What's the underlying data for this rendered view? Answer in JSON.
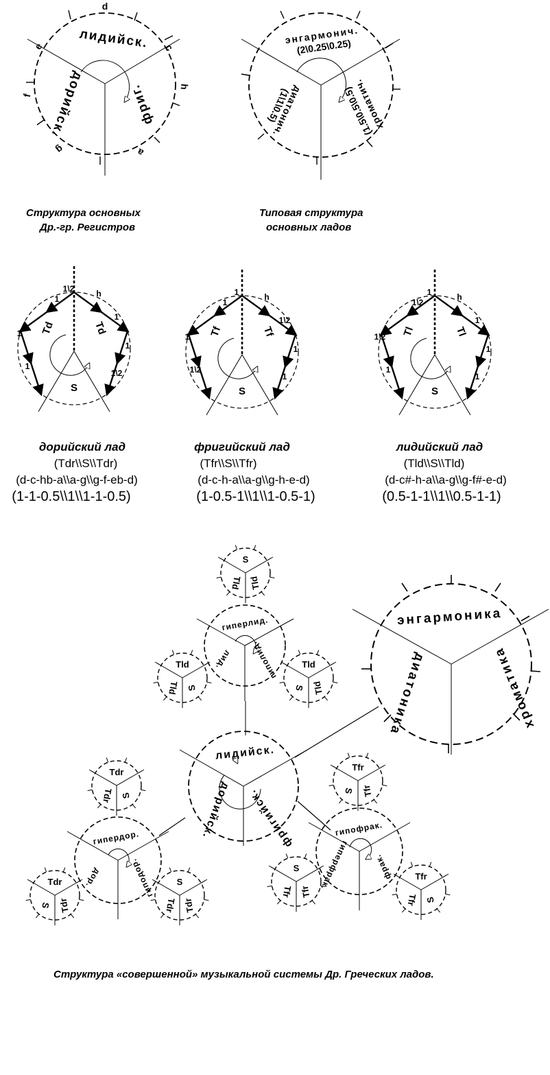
{
  "captions": {
    "registers_1": "Структура основных",
    "registers_2": "Др.-гр. Регистров",
    "modes_1": "Типовая структура",
    "modes_2": "основных ладов",
    "system": "Структура «совершенной» музыкальной системы  Др. Греческих ладов."
  },
  "circle_registers": {
    "sectors": [
      "лидийск.",
      "фриг.",
      "дорийск."
    ],
    "notes": [
      "d",
      "c",
      "h",
      "a",
      "g",
      "f",
      "e"
    ]
  },
  "circle_genera": {
    "enharmonic": "энгармонич.",
    "enharmonic_ratio": "(2\\0.25\\0.25)",
    "chromatic": "хроматич.",
    "chromatic_ratio": "(1.5\\0.5\\0.5)",
    "diatonic": "диатонич.",
    "diatonic_ratio": "(1\\1\\0.5)"
  },
  "modes": [
    {
      "title": "дорийский лад",
      "formula": "(Tdr\\\\S\\\\Tdr)",
      "notes": "(d-c-hb-a\\\\a-g\\\\g-f-eb-d)",
      "steps": "(1-1-0.5\\\\1\\\\1-1-0.5)",
      "tetra_label": "Td",
      "pent_labels": [
        "1",
        "1\\2",
        "h",
        "1",
        "1",
        "1\\2",
        "1",
        "1"
      ],
      "s_label": "S"
    },
    {
      "title": "фригийский лад",
      "formula": "(Tfr\\\\S\\\\Tfr)",
      "notes": "(d-c-h-a\\\\a-g\\\\g-h-e-d)",
      "steps": "(1-0.5-1\\\\1\\\\1-0.5-1)",
      "tetra_label": "Tf",
      "pent_labels": [
        "1",
        "1",
        "h",
        "1\\2",
        "1",
        "1",
        "1\\2",
        "1"
      ],
      "s_label": "S"
    },
    {
      "title": "лидийский лад",
      "formula": "(Tld\\\\S\\\\Tld)",
      "notes": "(d-c#-h-a\\\\a-g\\\\g-f#-e-d)",
      "steps": "(0.5-1-1\\\\1\\\\0.5-1-1)",
      "tetra_label": "Tl",
      "pent_labels": [
        "1\\2",
        "1",
        "h",
        "1",
        "1",
        "1",
        "1",
        "1\\2"
      ],
      "s_label": "S"
    }
  ],
  "system": {
    "genera": [
      "энгармоника",
      "хроматика",
      "диатоника"
    ],
    "main": [
      "лидийск.",
      "фригийск.",
      "дорийск."
    ],
    "hyperlyd": [
      "гиперлид.",
      "гиполид.",
      "лид."
    ],
    "hyperdor": [
      "гипердор.",
      "гиподор.",
      "дор."
    ],
    "hypofr": [
      "гипофрак.",
      "фрак.",
      "гиперфрак."
    ],
    "small": {
      "s": "S",
      "tld": "Tld",
      "tdr": "Tdr",
      "tfr": "Tfr"
    }
  }
}
